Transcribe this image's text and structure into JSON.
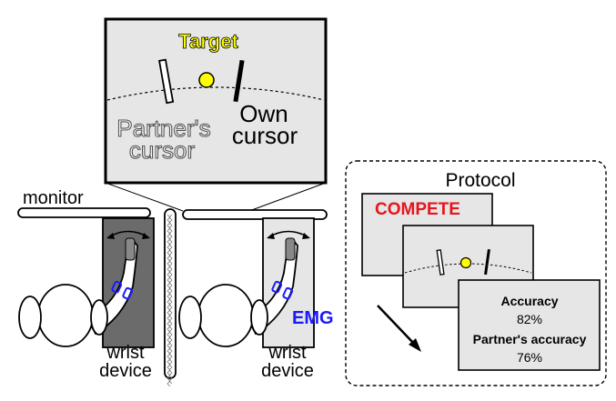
{
  "zoom_view": {
    "target_label": "Target",
    "partner_cursor_label": [
      "Partner's",
      "cursor"
    ],
    "own_cursor_label": [
      "Own",
      "cursor"
    ]
  },
  "setup": {
    "monitor_label": "monitor",
    "left_device_label": [
      "wrist",
      "device"
    ],
    "right_device_label": [
      "wrist",
      "device"
    ],
    "emg_label": "EMG"
  },
  "protocol": {
    "title": "Protocol",
    "compete_label": "COMPETE",
    "accuracy_label": "Accuracy",
    "accuracy_value": "82%",
    "partner_accuracy_label": "Partner's accuracy",
    "partner_accuracy_value": "76%"
  },
  "colors": {
    "target_yellow": "#ffff00",
    "compete_red": "#e8141c",
    "emg_blue": "#1a1aff",
    "panel_gray": "#e6e6e6",
    "device_dark": "#6b6b6b"
  }
}
